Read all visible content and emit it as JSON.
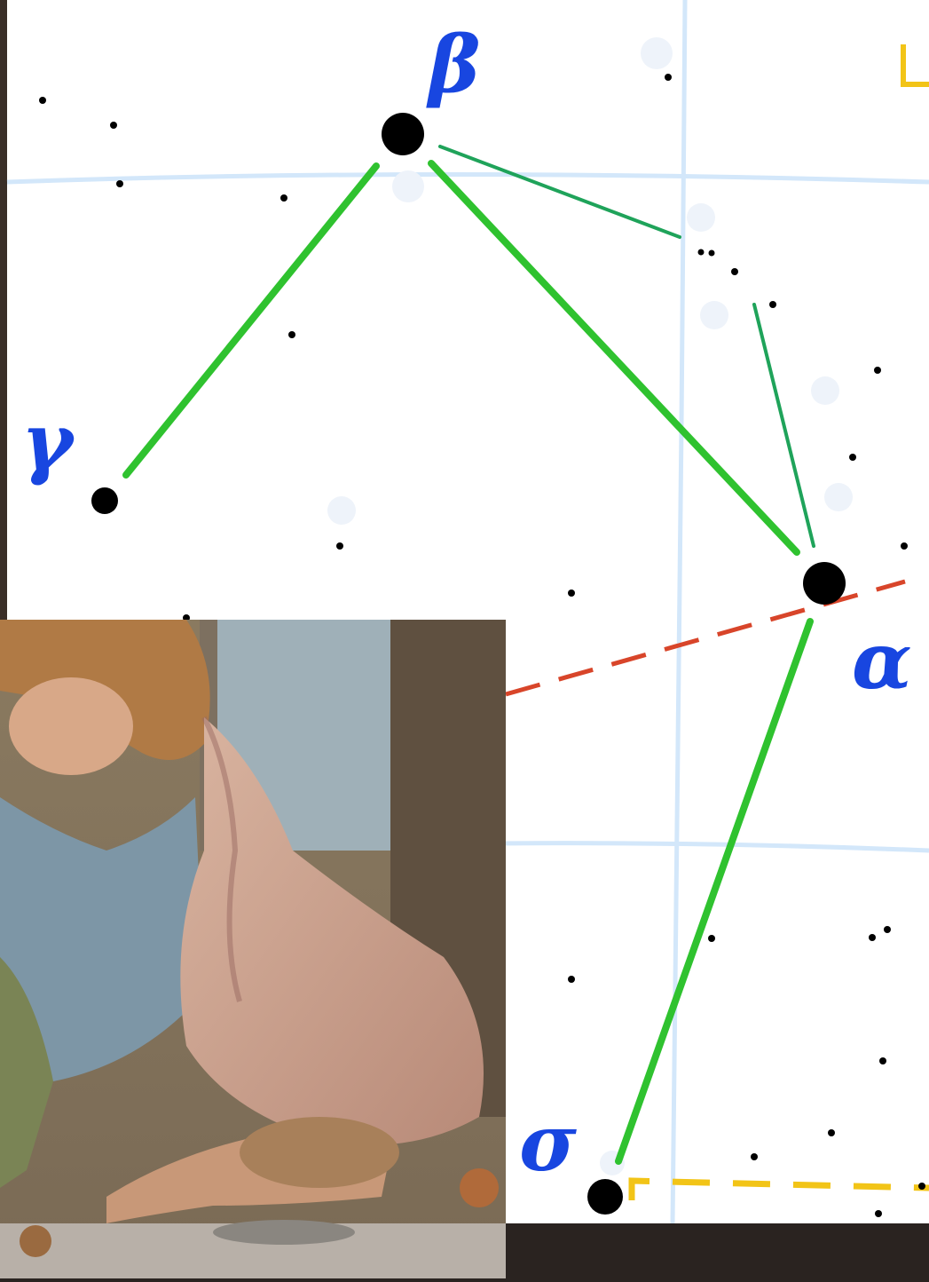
{
  "colors": {
    "grid": "#cfe4f8",
    "constellation_line": "#2fc22f",
    "faint_line": "#1fa35a",
    "boundary_red": "#d8452a",
    "boundary_yellow": "#f2c417",
    "star": "#000000",
    "label": "#1846e0",
    "background": "#ffffff"
  },
  "stars": {
    "beta": {
      "label": "β"
    },
    "gamma": {
      "label": "γ"
    },
    "alpha": {
      "label": "α"
    },
    "sigma": {
      "label": "σ"
    }
  },
  "inset": {
    "subject": "painting-fragment"
  }
}
